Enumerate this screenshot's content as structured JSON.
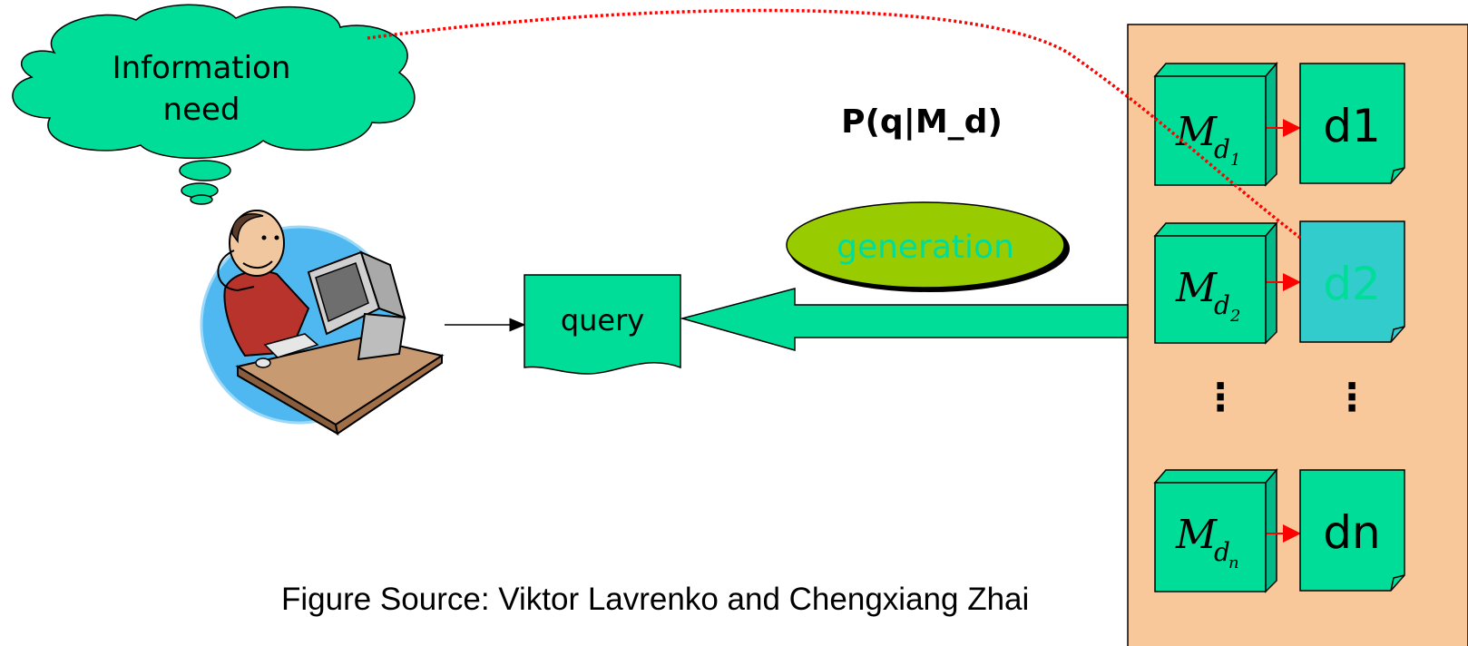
{
  "cloud": {
    "line1": "Information",
    "line2": "need",
    "fill": "#00dd99"
  },
  "query": {
    "label": "query",
    "fill": "#00dd99"
  },
  "probability_label": "P(q|M_d)",
  "generation": {
    "label": "generation",
    "fill": "#99cc00",
    "text_color": "#00dd99"
  },
  "collection": {
    "background": "#f8c89b",
    "models": [
      {
        "base": "M",
        "sub": "d",
        "subsub": "1"
      },
      {
        "base": "M",
        "sub": "d",
        "subsub": "2"
      },
      {
        "base": "M",
        "sub": "d",
        "subsub": "n"
      }
    ],
    "docs": [
      "d1",
      "d2",
      "dn"
    ],
    "ellipsis": "⋮",
    "doc_fill": "#00dd99",
    "highlight_fill": "#33cccc",
    "highlight_text": "#00dd99"
  },
  "caption": "Figure Source: Viktor Lavrenko and Chengxiang Zhai",
  "colors": {
    "connector_red": "#ff0000",
    "big_arrow": "#00dd99"
  }
}
